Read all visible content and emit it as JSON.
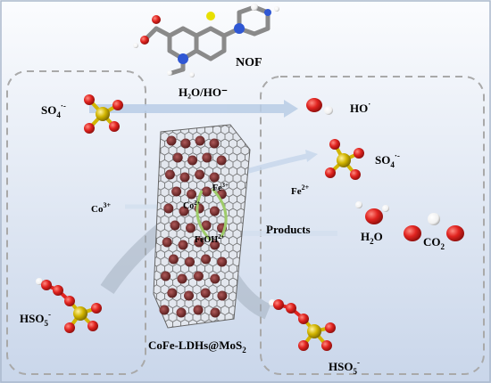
{
  "labels": {
    "nof": "NOF",
    "oxidant_top": "H₂O/HO⁻",
    "so4_left": {
      "main": "SO",
      "sub": "4",
      "sup": "·-"
    },
    "co3": {
      "main": "Co",
      "sup": "3+"
    },
    "hso5_left": {
      "main": "HSO",
      "sub": "5",
      "sup": "-"
    },
    "co2_plus": {
      "main": "Co",
      "sup": "2+"
    },
    "fe3": {
      "main": "Fe",
      "sup": "3+"
    },
    "feoh2": {
      "main": "FeOH",
      "sup": "2+"
    },
    "catalyst": {
      "main": "CoFe-LDHs@MoS",
      "sub": "2"
    },
    "ho_right": {
      "main": "HO",
      "sup": "·"
    },
    "so4_right": {
      "main": "SO",
      "sub": "4",
      "sup": "·-"
    },
    "fe2": {
      "main": "Fe",
      "sup": "2+"
    },
    "products": "Products",
    "h2o": {
      "main": "H",
      "sub": "2",
      "after": "O"
    },
    "co2": {
      "main": "CO",
      "sub": "2"
    },
    "hso5_right": {
      "main": "HSO",
      "sub": "5",
      "sup": "-"
    }
  },
  "colors": {
    "background_top": "#fbfcfe",
    "background_bottom": "#c9d6ea",
    "oxygen": "#e0231f",
    "sulfur": "#d2b500",
    "hydrogen": "#ffffff",
    "carbon": "#8a8a8a",
    "nitrogen": "#2f57d4",
    "fluorine": "#e8e000",
    "sheet_dot": "#7a2a2a",
    "sheet_line": "#555555",
    "arrow_light": "#b9cde6",
    "cycle_green": "#9ecb6a"
  }
}
